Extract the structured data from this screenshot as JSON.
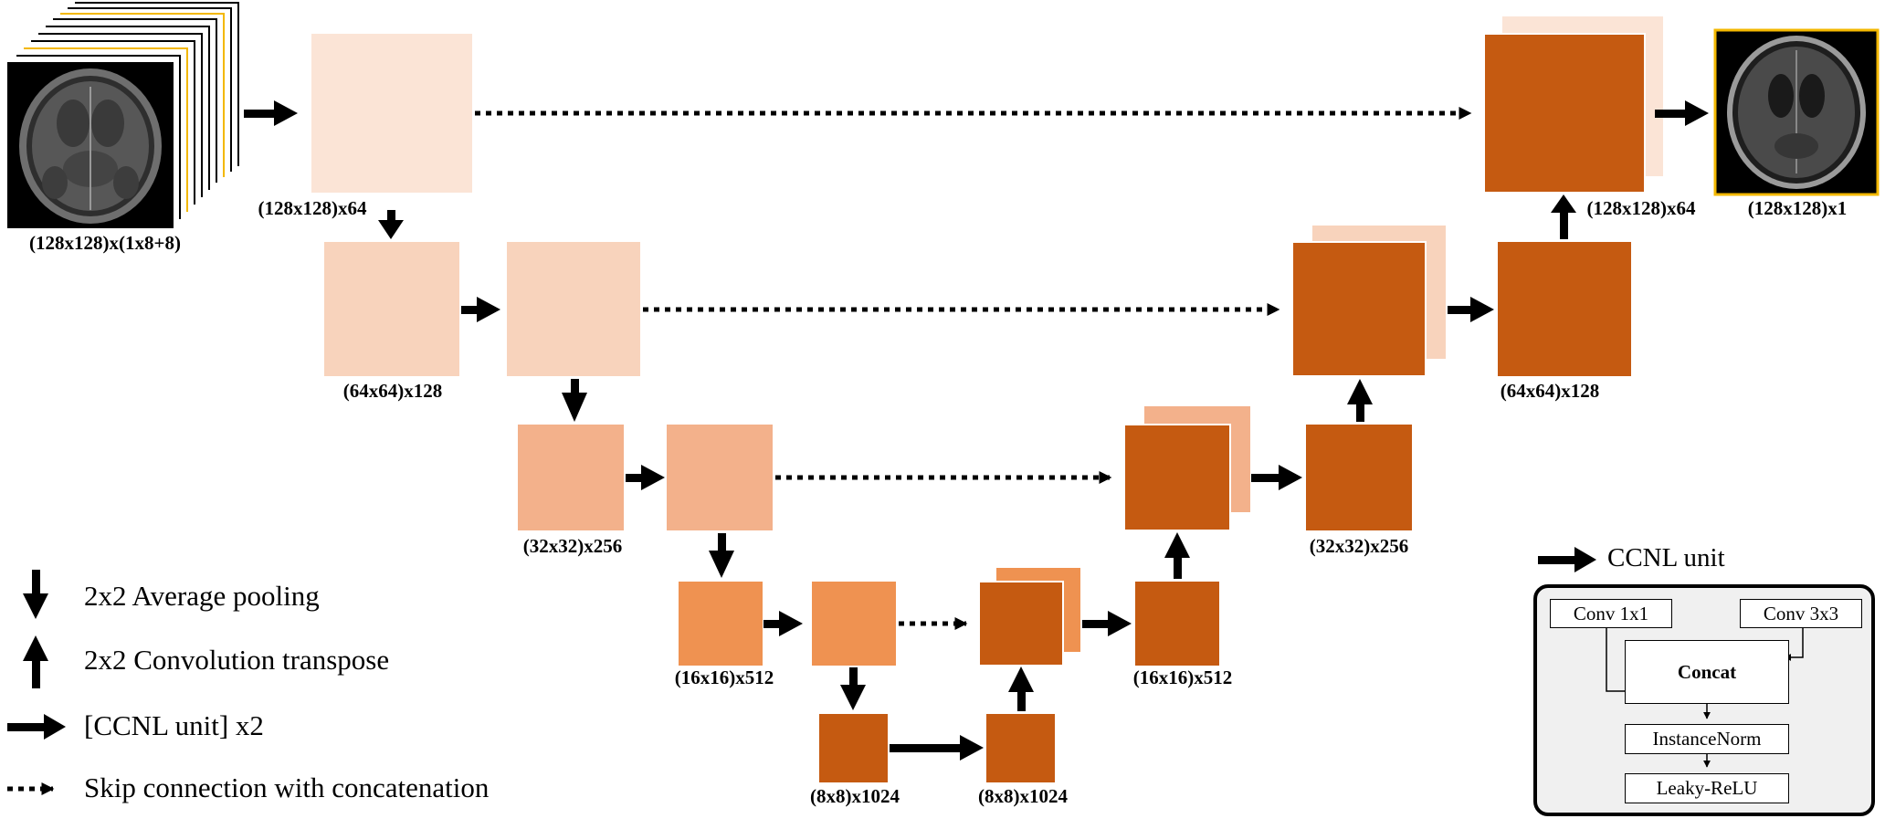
{
  "colors": {
    "level1": "#fbe4d6",
    "level2": "#f8d3bc",
    "level3": "#f3b18b",
    "level4": "#ef9251",
    "dark": "#c55a11",
    "frame_highlight": "#f3b800",
    "inset_bg": "#f0f0f0"
  },
  "input": {
    "label": "(128x128)x(1x8+8)"
  },
  "output": {
    "label": "(128x128)x1"
  },
  "encoder": {
    "l1_label": "(128x128)x64",
    "l2_label": "(64x64)x128",
    "l3_label": "(32x32)x256",
    "l4_label": "(16x16)x512",
    "bottleneck_label": "(8x8)x1024"
  },
  "decoder": {
    "bottleneck_label": "(8x8)x1024",
    "l4_label": "(16x16)x512",
    "l3_label": "(32x32)x256",
    "l2_label": "(64x64)x128",
    "l1_label": "(128x128)x64"
  },
  "legend": {
    "pooling": "2x2 Average pooling",
    "transpose": "2x2 Convolution transpose",
    "ccnl_x2": "[CCNL unit] x2",
    "skip": "Skip connection with concatenation"
  },
  "ccnl": {
    "title": "CCNL unit",
    "conv1": "Conv 1x1",
    "conv3": "Conv 3x3",
    "concat": "Concat",
    "norm": "InstanceNorm",
    "relu": "Leaky-ReLU"
  }
}
